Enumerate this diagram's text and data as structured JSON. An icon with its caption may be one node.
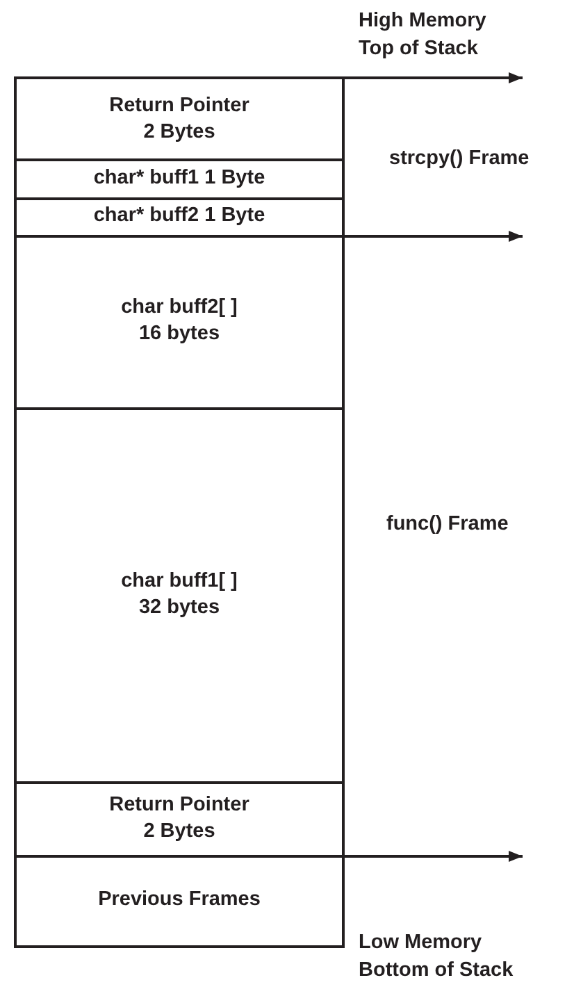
{
  "diagram": {
    "nodes": [
      {
        "text": [
          "Return Pointer",
          "2 Bytes"
        ]
      },
      {
        "text": [
          "char* buff1 1 Byte"
        ]
      },
      {
        "text": [
          "char* buff2 1 Byte"
        ]
      },
      {
        "text": [
          "char buff2[ ]",
          "16 bytes"
        ]
      },
      {
        "text": [
          "char buff1[ ]",
          "32 bytes"
        ]
      },
      {
        "text": [
          "Return Pointer",
          "2 Bytes"
        ]
      },
      {
        "text": [
          "Previous Frames"
        ]
      }
    ],
    "edges": [
      {
        "from": 0,
        "to": null,
        "arrow": "to"
      },
      {
        "from": 2,
        "to": null,
        "arrow": "to"
      },
      {
        "from": 5,
        "to": null,
        "arrow": "to"
      }
    ],
    "labels": [
      "High Memory",
      "Top of Stack",
      "strcpy() Frame",
      "func() Frame",
      "Low Memory",
      "Bottom of Stack"
    ]
  }
}
